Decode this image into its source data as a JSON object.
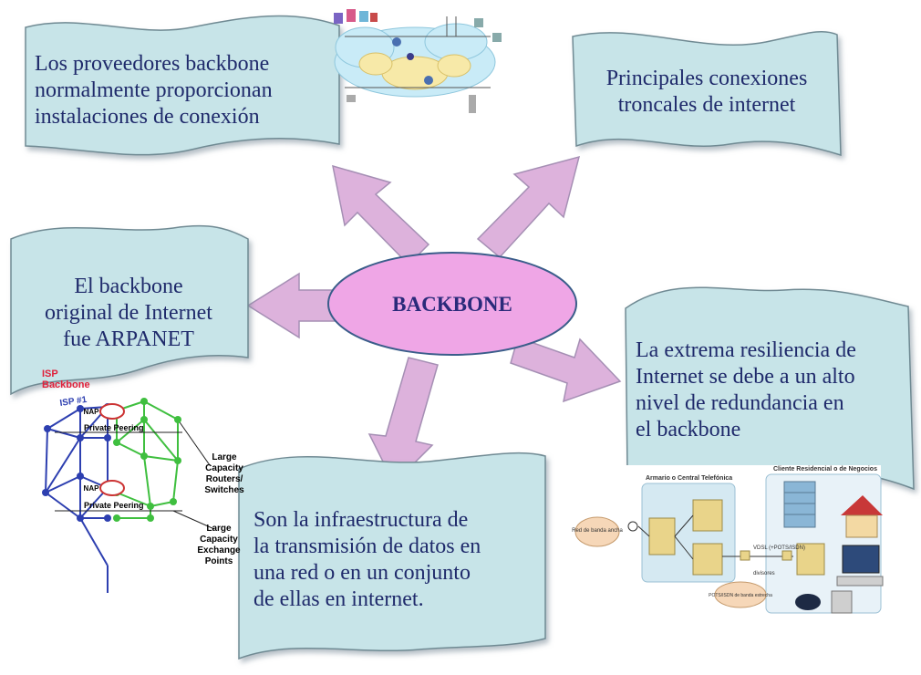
{
  "center": {
    "label": "BACKBONE"
  },
  "banners": {
    "top_left": {
      "lines": [
        "Los proveedores backbone",
        "normalmente proporcionan",
        "instalaciones de conexión"
      ]
    },
    "top_right": {
      "lines": [
        "Principales conexiones",
        "troncales de internet"
      ]
    },
    "mid_left": {
      "lines": [
        "El backbone",
        "original de Internet",
        "fue ARPANET"
      ]
    },
    "mid_right": {
      "lines": [
        "La extrema resiliencia de",
        "Internet se debe a un alto",
        "nivel de redundancia en",
        "el backbone"
      ]
    },
    "bottom": {
      "lines": [
        "Son la infraestructura de",
        "la transmisión de datos en",
        "una red o en un conjunto",
        "de ellas en internet."
      ]
    }
  },
  "network_diagram": {
    "isp_backbone": "ISP Backbone",
    "isp_1": "ISP #1",
    "nap": "NAP",
    "private_peering": "Private Peering",
    "large_capacity_routers": [
      "Large",
      "Capacity",
      "Routers/",
      "Switches"
    ],
    "large_capacity_exchange": [
      "Large",
      "Capacity",
      "Exchange",
      "Points"
    ]
  },
  "access_diagram": {
    "header_left": "Armario o Central Telefónica",
    "header_right": "Cliente Residencial o de Negocios",
    "red_banda_ancha": "Red de banda ancha",
    "vdsl_line": "VDSL (+POTS/ISDN)",
    "divisores": "divisores",
    "pots": "POTS/ISDN de banda estrecha"
  },
  "colors": {
    "banner_fill": "#c7e4e8",
    "banner_stroke": "#6f8a93",
    "ellipse_fill": "#efa6e6",
    "ellipse_stroke": "#3a5d8a",
    "arrow_fill": "#ddb2dc",
    "text": "#1f2a6b"
  }
}
